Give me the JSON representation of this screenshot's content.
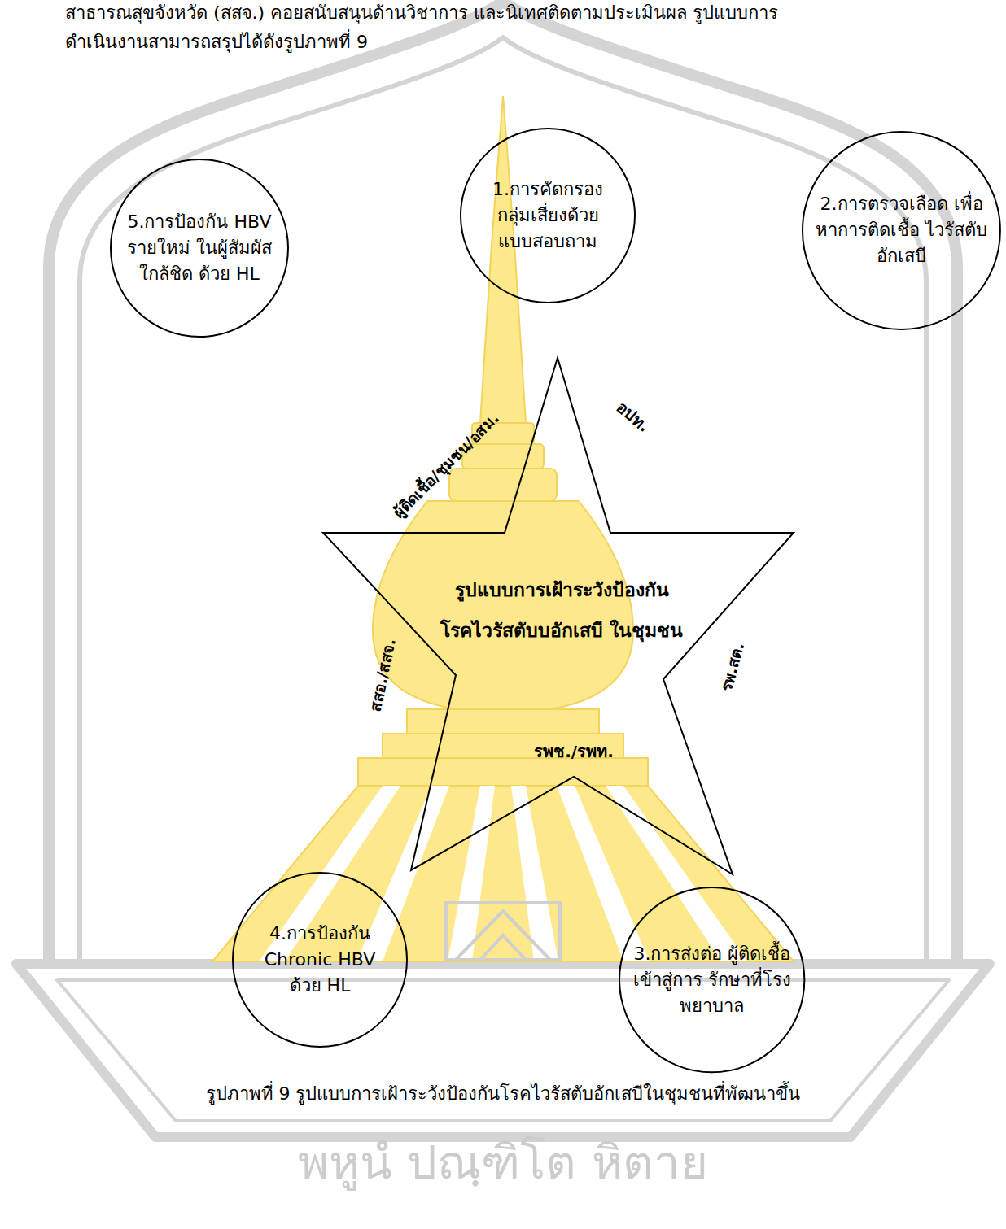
{
  "diagram": {
    "caption": "รูปภาพที่ 9 รูปแบบการเฝ้าระวังป้องกันโรคไวรัสตับอักเสบีในชุมชนที่พัฒนาขึ้น",
    "nodes": [
      {
        "text": [
          "1.การคัดกรอง กลุ่มเสี่ยงด้วย แบบสอบถาม"
        ]
      },
      {
        "text": [
          "5.การป้องกัน HBV รายใหม่ ในผู้สัมผัสใกล้ชิด ด้วย HL"
        ]
      },
      {
        "text": [
          "2.การตรวจเลือด เพื่อหาการติดเชื้อ ไวรัสตับอักเสบี"
        ]
      },
      {
        "text": [
          "รูปแบบการเฝ้าระวังป้องกัน โรคไวรัสตับบอักเสบี ในชุมชน"
        ]
      },
      {
        "text": [
          "4.การป้องกัน Chronic HBV ด้วย HL"
        ]
      },
      {
        "text": [
          "3.การส่งต่อ ผู้ติดเชื้อเข้าสู่การ รักษาที่โรงพยาบาล"
        ]
      }
    ],
    "labels": [
      "สาธารณสุขจังหวัด (สสจ.) คอยสนับสนุนด้านวิชาการ และนิเทศติดตามประเมินผล รูปแบบการ",
      "ดำเนินงานสามารถสรุปได้ดังรูปภาพที่ 9",
      "ผู้ติดเชื้อ/ชุมชน/อสม.",
      "อปท.",
      "สสอ./สสจ.",
      "รพ.สต.",
      "รพช./รพท.",
      "พหูนํ ปณฺฑิโต หิตาย"
    ]
  }
}
